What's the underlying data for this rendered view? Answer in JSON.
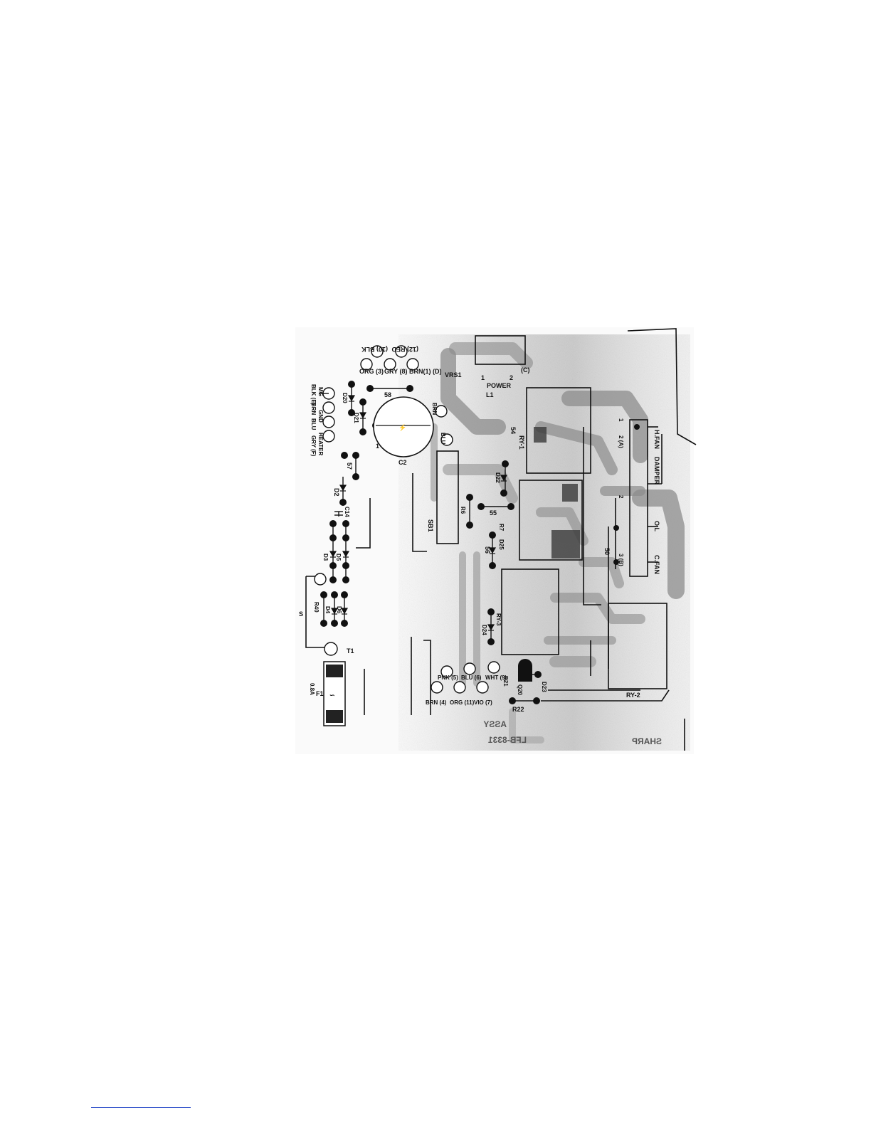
{
  "diagram": {
    "terminals": {
      "blk10": "(10) BLK",
      "red12": "(12) RED",
      "org3": "ORG (3)",
      "gry8": "GRY (8)",
      "brn1": "BRN(1) (D)",
      "blk_e": "BLK (E)",
      "mg": "MG",
      "brn_left": "BRN",
      "gnd": "GND",
      "blu_left": "BLU",
      "heater": "HEATER",
      "gry_f": "GRY (F)",
      "brn_top": "BRN",
      "blu_top": "BLU",
      "pnk5": "PNK (5)",
      "blu6": "BLU (6)",
      "wht9": "WHT (9)",
      "brn4": "BRN (4)",
      "org11": "ORG (11)",
      "vio7": "VIO (7)"
    },
    "components": {
      "vrs1": "VRS1",
      "power": "POWER",
      "power_pin1": "1",
      "power_pin2": "2",
      "conn_c": "(C)",
      "l1": "L1",
      "c2": "C2",
      "c2_pin": "1",
      "node58": "58",
      "d20": "D20",
      "d21": "D21",
      "node57": "57",
      "d2": "D2",
      "c14": "C14",
      "d3": "D3",
      "d5": "D5",
      "d4": "D4",
      "d6": "D6",
      "r40": "R40",
      "s": "S",
      "t1": "T1",
      "f1": "F1",
      "f1_rating": "0.8A",
      "sb1": "SB1",
      "r6": "R6",
      "node54": "54",
      "ry1": "RY-1",
      "d22": "D22",
      "node55": "55",
      "r7": "R7",
      "d25": "D25",
      "node56": "56",
      "ry3": "RY-3",
      "d24": "D24",
      "r21": "R21",
      "d23": "D23",
      "q20": "Q20",
      "r22": "R22",
      "ry2": "RY-2",
      "node50": "50",
      "pin2a": "2 (A)",
      "pin1": "1",
      "pin2": "2",
      "pin3b": "3 (B)",
      "hfan": "H.FAN",
      "damper": "DAMPER",
      "ol": "O.L",
      "cfan": "C.FAN"
    },
    "mirrored_text": {
      "a": "ASSY",
      "b": "LFB-8331",
      "c": "SHARP"
    }
  }
}
